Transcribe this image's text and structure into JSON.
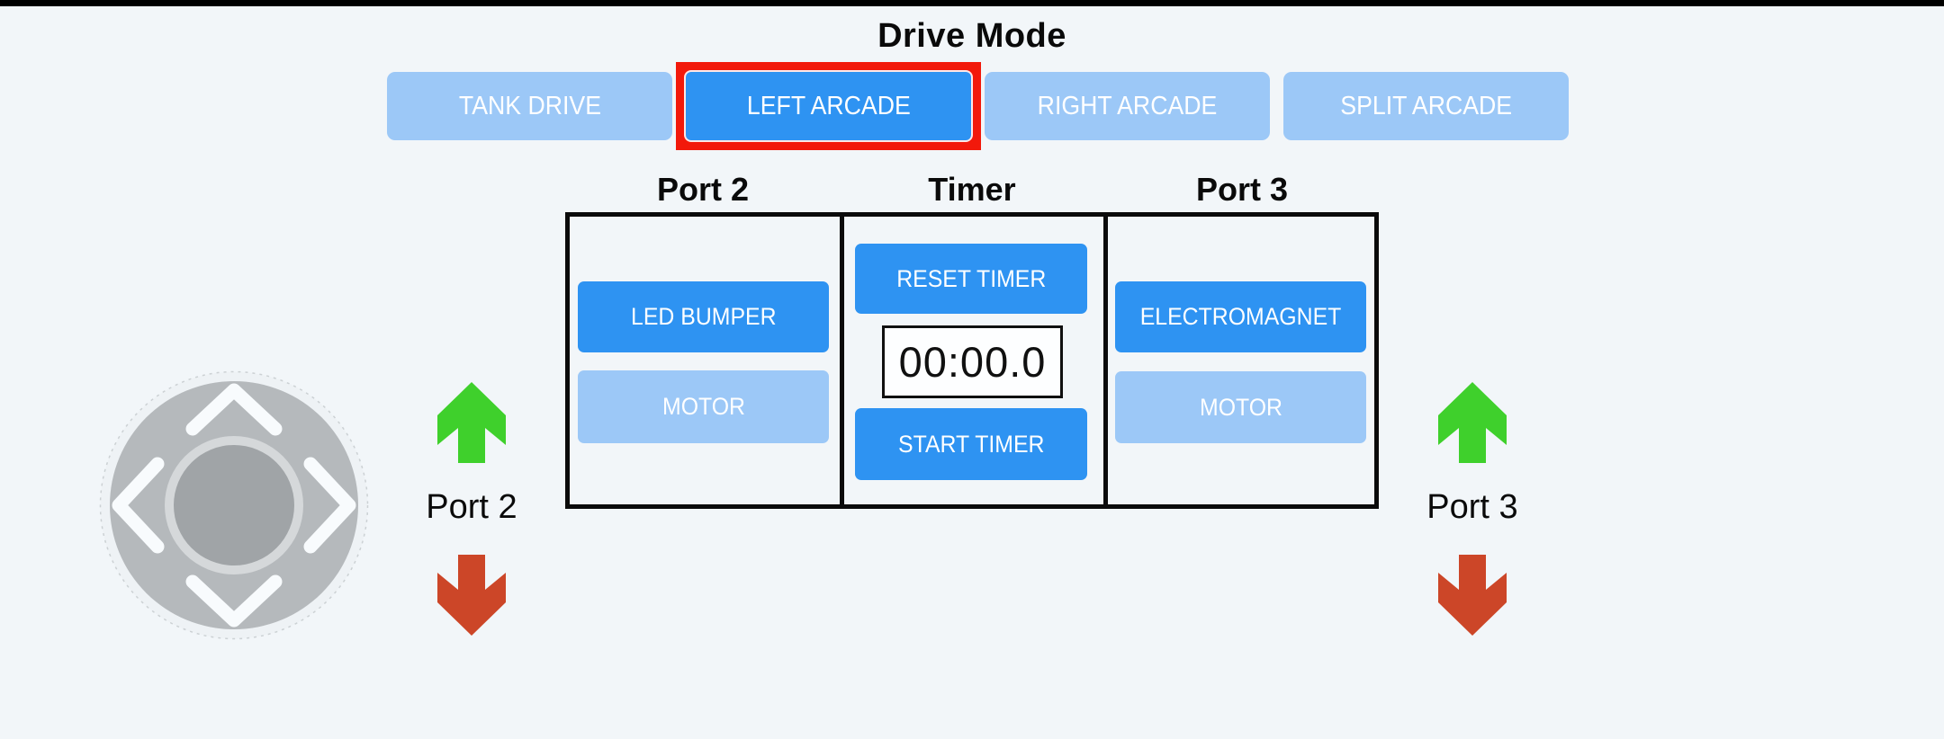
{
  "colors": {
    "background": "#f2f6f9",
    "top_bar": "#000000",
    "button_active": "#2e93f2",
    "button_inactive": "#9cc8f7",
    "selection_frame": "#f2190b",
    "arrow_up_green": "#3fd02c",
    "arrow_down_red": "#cc4628",
    "table_border": "#0b0b0b",
    "timer_box_background": "#fdfeff",
    "joystick_base": "#b5b9bc",
    "joystick_ring": "#d5d8da",
    "joystick_knob": "#a0a4a7",
    "joystick_chevron": "#f8fbfd"
  },
  "header": {
    "title": "Drive Mode"
  },
  "drive_modes": {
    "selected": "LEFT ARCADE",
    "buttons": [
      {
        "label": "TANK DRIVE",
        "active": false
      },
      {
        "label": "LEFT ARCADE",
        "active": true
      },
      {
        "label": "RIGHT ARCADE",
        "active": false
      },
      {
        "label": "SPLIT ARCADE",
        "active": false
      }
    ]
  },
  "control_panel": {
    "port2": {
      "header": "Port 2",
      "buttons": [
        {
          "label": "LED BUMPER",
          "state": "on"
        },
        {
          "label": "MOTOR",
          "state": "off"
        }
      ]
    },
    "timer": {
      "header": "Timer",
      "reset_button": "RESET TIMER",
      "display_value": "00:00.0",
      "start_button": "START TIMER"
    },
    "port3": {
      "header": "Port 3",
      "buttons": [
        {
          "label": "ELECTROMAGNET",
          "state": "on"
        },
        {
          "label": "MOTOR",
          "state": "off"
        }
      ]
    }
  },
  "side_controls": {
    "left": {
      "port_label": "Port 2"
    },
    "right": {
      "port_label": "Port 3"
    }
  },
  "icons": {
    "joystick": "four-way-dpad-joystick",
    "up_arrow": "thick-up-arrow",
    "down_arrow": "thick-down-arrow"
  }
}
